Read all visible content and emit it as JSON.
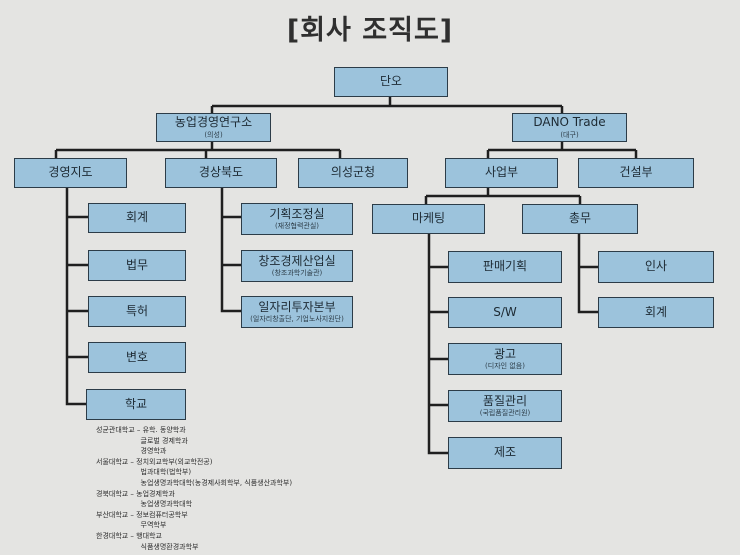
{
  "title": "[회사 조직도]",
  "nodes": [
    {
      "id": "ceo",
      "label": "단오",
      "sub": ""
    },
    {
      "id": "lab",
      "label": "농업경영연구소",
      "sub": "(의성)"
    },
    {
      "id": "trade",
      "label": "DANO Trade",
      "sub": "(대구)"
    },
    {
      "id": "mgmt",
      "label": "경영지도",
      "sub": ""
    },
    {
      "id": "gb",
      "label": "경상북도",
      "sub": ""
    },
    {
      "id": "county",
      "label": "의성군청",
      "sub": ""
    },
    {
      "id": "biz",
      "label": "사업부",
      "sub": ""
    },
    {
      "id": "cons",
      "label": "건설부",
      "sub": ""
    },
    {
      "id": "acct1",
      "label": "회계",
      "sub": ""
    },
    {
      "id": "legal",
      "label": "법무",
      "sub": ""
    },
    {
      "id": "patent",
      "label": "특허",
      "sub": ""
    },
    {
      "id": "lawyer",
      "label": "변호",
      "sub": ""
    },
    {
      "id": "school",
      "label": "학교",
      "sub": ""
    },
    {
      "id": "plan",
      "label": "기획조정실",
      "sub": "(재정협력관실)"
    },
    {
      "id": "creative",
      "label": "창조경제산업실",
      "sub": "(창조과학기술관)"
    },
    {
      "id": "jobs",
      "label": "일자리투자본부",
      "sub": "(일자리창출단, 기업노사지원단)"
    },
    {
      "id": "mkt",
      "label": "마케팅",
      "sub": ""
    },
    {
      "id": "ga",
      "label": "총무",
      "sub": ""
    },
    {
      "id": "sales",
      "label": "판매기획",
      "sub": ""
    },
    {
      "id": "sw",
      "label": "S/W",
      "sub": ""
    },
    {
      "id": "ad",
      "label": "광고",
      "sub": "(디자인 없음)"
    },
    {
      "id": "qc",
      "label": "품질관리",
      "sub": "(국립품질관리원)"
    },
    {
      "id": "mfg",
      "label": "제조",
      "sub": ""
    },
    {
      "id": "hr",
      "label": "인사",
      "sub": ""
    },
    {
      "id": "acct2",
      "label": "회계",
      "sub": ""
    }
  ],
  "school_notes": [
    "성균관대학교 – 유학. 동양학과",
    "                    글로벌 경제학과",
    "                    경영학과",
    "서울대학교 – 정치외교학부(외교학전공)",
    "                    법과대학(법학부)",
    "                    농업생명과학대학(농경제사회학부, 식품생산과학부)",
    "경북대학교 – 농업경제학과",
    "                    농업생명과학대학",
    "부산대학교 – 정보컴퓨터공학부",
    "                    무역학부",
    "한경대학교 – 행대학교",
    "                    식품생명환경과학부"
  ],
  "colors": {
    "box_fill": "#9cc3dc",
    "box_border": "#2c3c48",
    "line": "#1f1f1f",
    "background": "#e4e4e2"
  }
}
